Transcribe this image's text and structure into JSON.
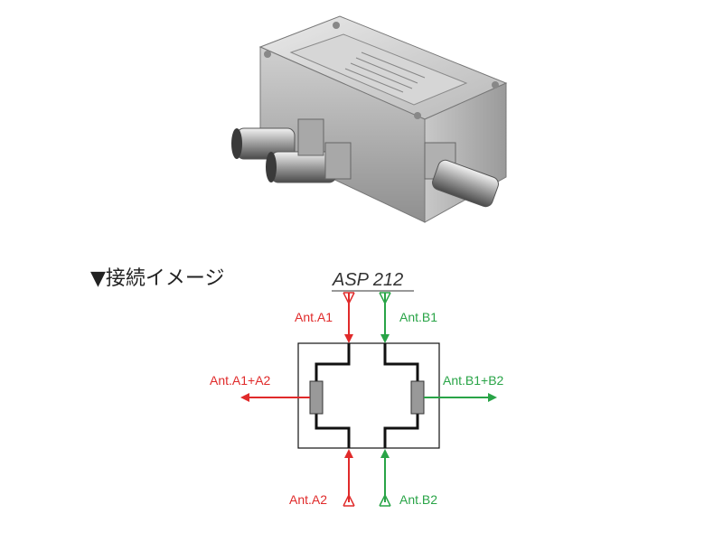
{
  "heading": "▼接続イメージ",
  "diagram": {
    "model": "ASP 212",
    "labels": {
      "ant_a1": "Ant.A1",
      "ant_b1": "Ant.B1",
      "ant_a2": "Ant.A2",
      "ant_b2": "Ant.B2",
      "out_a": "Ant.A1+A2",
      "out_b": "Ant.B1+B2"
    },
    "colors": {
      "red": "#e02a2a",
      "green": "#29a447",
      "line": "#111111",
      "resistor": "#999999"
    }
  }
}
